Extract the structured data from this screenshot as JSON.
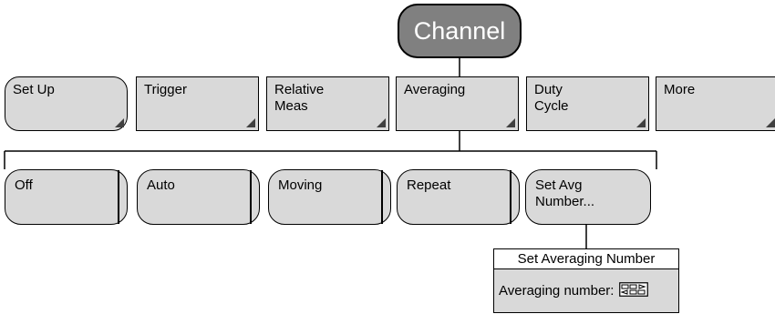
{
  "top": {
    "label": "Channel"
  },
  "softkeys": [
    {
      "label": "Set Up",
      "has_submenu": true
    },
    {
      "label": "Trigger",
      "has_submenu": true
    },
    {
      "label": "Relative\nMeas",
      "has_submenu": true
    },
    {
      "label": "Averaging",
      "has_submenu": true
    },
    {
      "label": "Duty\nCycle",
      "has_submenu": true
    },
    {
      "label": "More",
      "has_submenu": true
    }
  ],
  "averaging_options": [
    {
      "label": "Off"
    },
    {
      "label": "Auto"
    },
    {
      "label": "Moving"
    },
    {
      "label": "Repeat"
    },
    {
      "label": "Set Avg\nNumber..."
    }
  ],
  "dialog": {
    "title": "Set Averaging Number",
    "field_label": "Averaging number:",
    "field_icon": "numeric-keypad-icon"
  },
  "colors": {
    "key_fill": "#d9d9d9",
    "top_fill": "#808080",
    "corner_marker": "#404040"
  }
}
